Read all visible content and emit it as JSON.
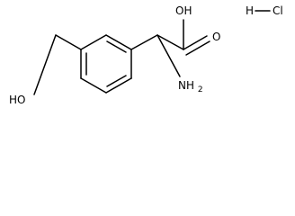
{
  "molecule": {
    "atoms": {
      "oh_carboxyl": "OH",
      "o_carbonyl": "O",
      "nh2": "NH",
      "nh2_sub": "2",
      "ho_hydroxymethyl": "HO"
    },
    "salt": {
      "h": "H",
      "cl": "Cl"
    },
    "colors": {
      "ink": "#000000",
      "background": "#ffffff"
    }
  }
}
